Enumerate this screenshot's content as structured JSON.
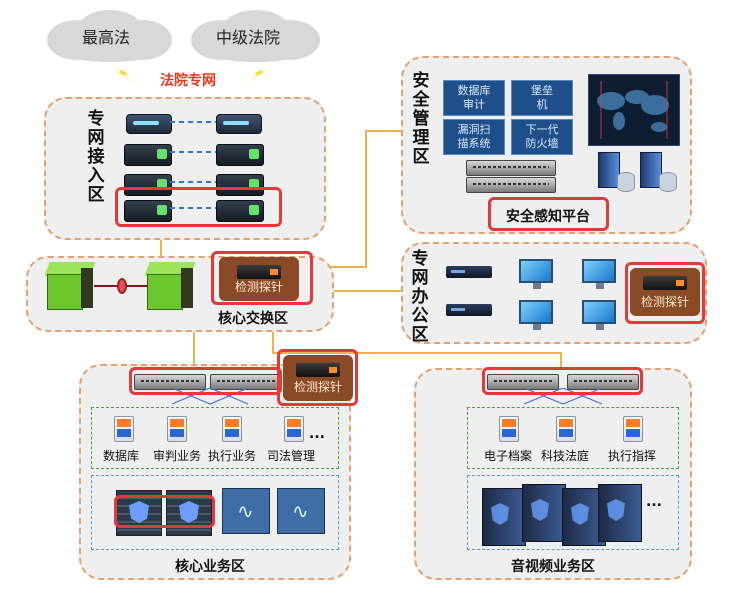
{
  "clouds": {
    "left": "最高法",
    "right": "中级法院"
  },
  "court_network": "法院专网",
  "zones": {
    "access": {
      "label_chars": [
        "专",
        "网",
        "接",
        "入",
        "区"
      ]
    },
    "core_switch": {
      "label": "核心交换区"
    },
    "security": {
      "label_chars": [
        "安",
        "全",
        "管",
        "理",
        "区"
      ],
      "platform": "安全感知平台",
      "tiles": [
        "数据库\n审计",
        "堡垒\n机",
        "漏洞扫\n描系统",
        "下一代\n防火墙"
      ]
    },
    "office": {
      "label_chars": [
        "专",
        "网",
        "办",
        "公",
        "区"
      ]
    },
    "core_business": {
      "label": "核心业务区",
      "services": [
        "数据库",
        "审判业务",
        "执行业务",
        "司法管理"
      ],
      "more": "..."
    },
    "av_business": {
      "label": "音视频业务区",
      "services": [
        "电子档案",
        "科技法庭",
        "执行指挥"
      ],
      "more": "..."
    }
  },
  "probe_label": "检测探针",
  "colors": {
    "zone_border": "#e2a36f",
    "highlight": "#e23a3a",
    "link": "#f2b24a",
    "network_label": "#e8381f"
  }
}
